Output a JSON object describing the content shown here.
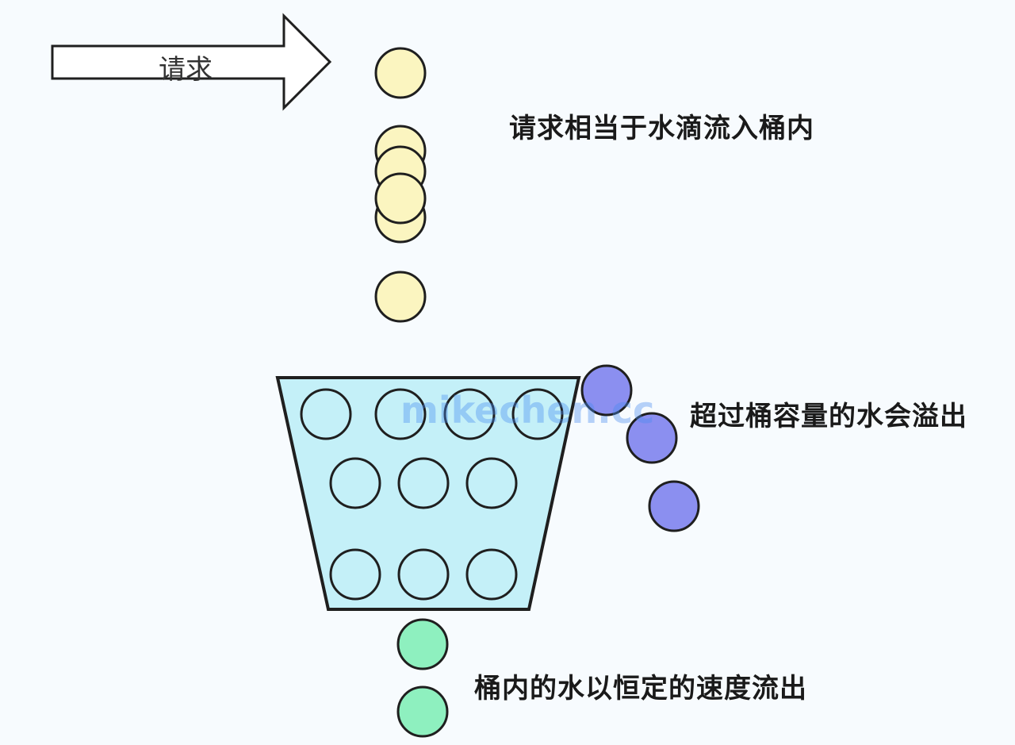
{
  "arrow": {
    "label": "请求"
  },
  "labels": {
    "inflow": "请求相当于水滴流入桶内",
    "overflow": "超过桶容量的水会溢出",
    "outflow": "桶内的水以恒定的速度流出"
  },
  "watermark": "mikechen.cc",
  "colors": {
    "background": "#f7fbfe",
    "request_drop": "#fbf5c0",
    "bucket_fill": "#c4f0f8",
    "bucket_drop": "#c4f0f8",
    "overflow_drop": "#8b8ff0",
    "outflow_drop": "#8ef0bf",
    "stroke": "#1f1f1f"
  }
}
